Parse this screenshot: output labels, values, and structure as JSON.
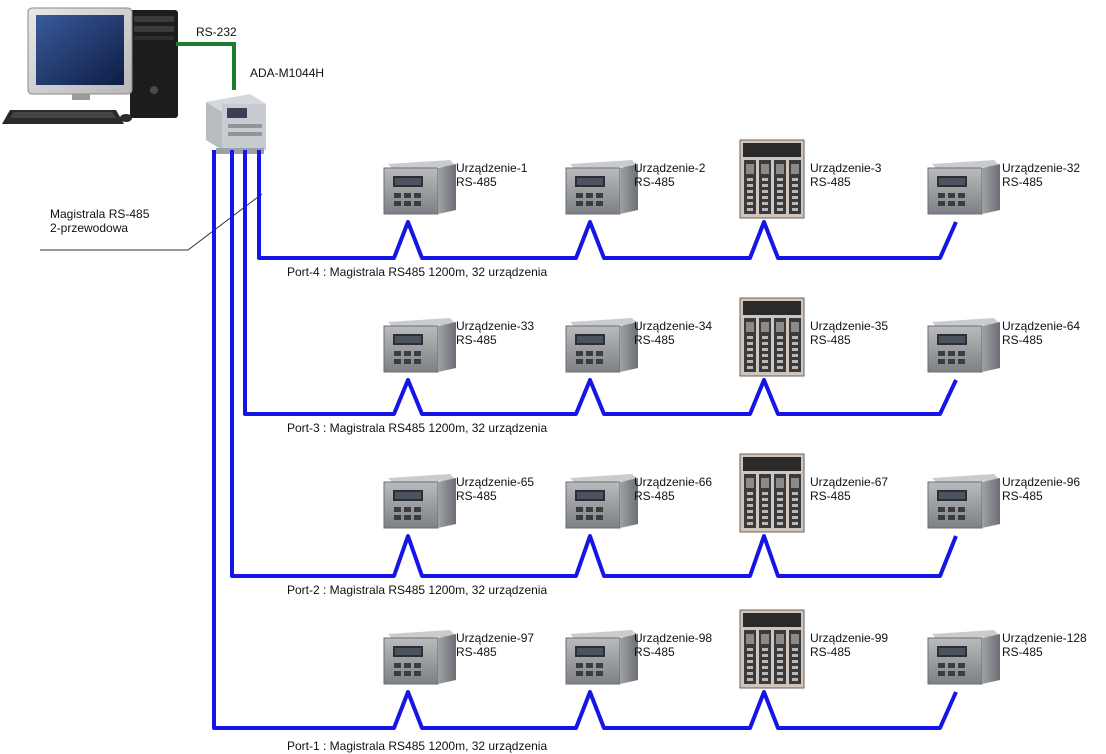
{
  "pc": {
    "link_label": "RS-232"
  },
  "converter": {
    "label": "ADA-M1044H"
  },
  "bus_note": {
    "line1": "Magistrala RS-485",
    "line2": "2-przewodowa"
  },
  "colors": {
    "bus": "#1515e6",
    "serial_link": "#1e7d2e",
    "leader": "#333333"
  },
  "ports": [
    {
      "caption": "Port-4 : Magistrala RS485 1200m, 32 urządzenia",
      "devices": [
        {
          "name": "Urządzenie-1",
          "interface": "RS-485",
          "kind": "meter"
        },
        {
          "name": "Urządzenie-2",
          "interface": "RS-485",
          "kind": "meter"
        },
        {
          "name": "Urządzenie-3",
          "interface": "RS-485",
          "kind": "plc"
        },
        {
          "name": "Urządzenie-32",
          "interface": "RS-485",
          "kind": "meter"
        }
      ]
    },
    {
      "caption": "Port-3 : Magistrala RS485 1200m, 32 urządzenia",
      "devices": [
        {
          "name": "Urządzenie-33",
          "interface": "RS-485",
          "kind": "meter"
        },
        {
          "name": "Urządzenie-34",
          "interface": "RS-485",
          "kind": "meter"
        },
        {
          "name": "Urządzenie-35",
          "interface": "RS-485",
          "kind": "plc"
        },
        {
          "name": "Urządzenie-64",
          "interface": "RS-485",
          "kind": "meter"
        }
      ]
    },
    {
      "caption": "Port-2 : Magistrala RS485 1200m, 32 urządzenia",
      "devices": [
        {
          "name": "Urządzenie-65",
          "interface": "RS-485",
          "kind": "meter"
        },
        {
          "name": "Urządzenie-66",
          "interface": "RS-485",
          "kind": "meter"
        },
        {
          "name": "Urządzenie-67",
          "interface": "RS-485",
          "kind": "plc"
        },
        {
          "name": "Urządzenie-96",
          "interface": "RS-485",
          "kind": "meter"
        }
      ]
    },
    {
      "caption": "Port-1 : Magistrala RS485 1200m, 32 urządzenia",
      "devices": [
        {
          "name": "Urządzenie-97",
          "interface": "RS-485",
          "kind": "meter"
        },
        {
          "name": "Urządzenie-98",
          "interface": "RS-485",
          "kind": "meter"
        },
        {
          "name": "Urządzenie-99",
          "interface": "RS-485",
          "kind": "plc"
        },
        {
          "name": "Urządzenie-128",
          "interface": "RS-485",
          "kind": "meter"
        }
      ]
    }
  ]
}
